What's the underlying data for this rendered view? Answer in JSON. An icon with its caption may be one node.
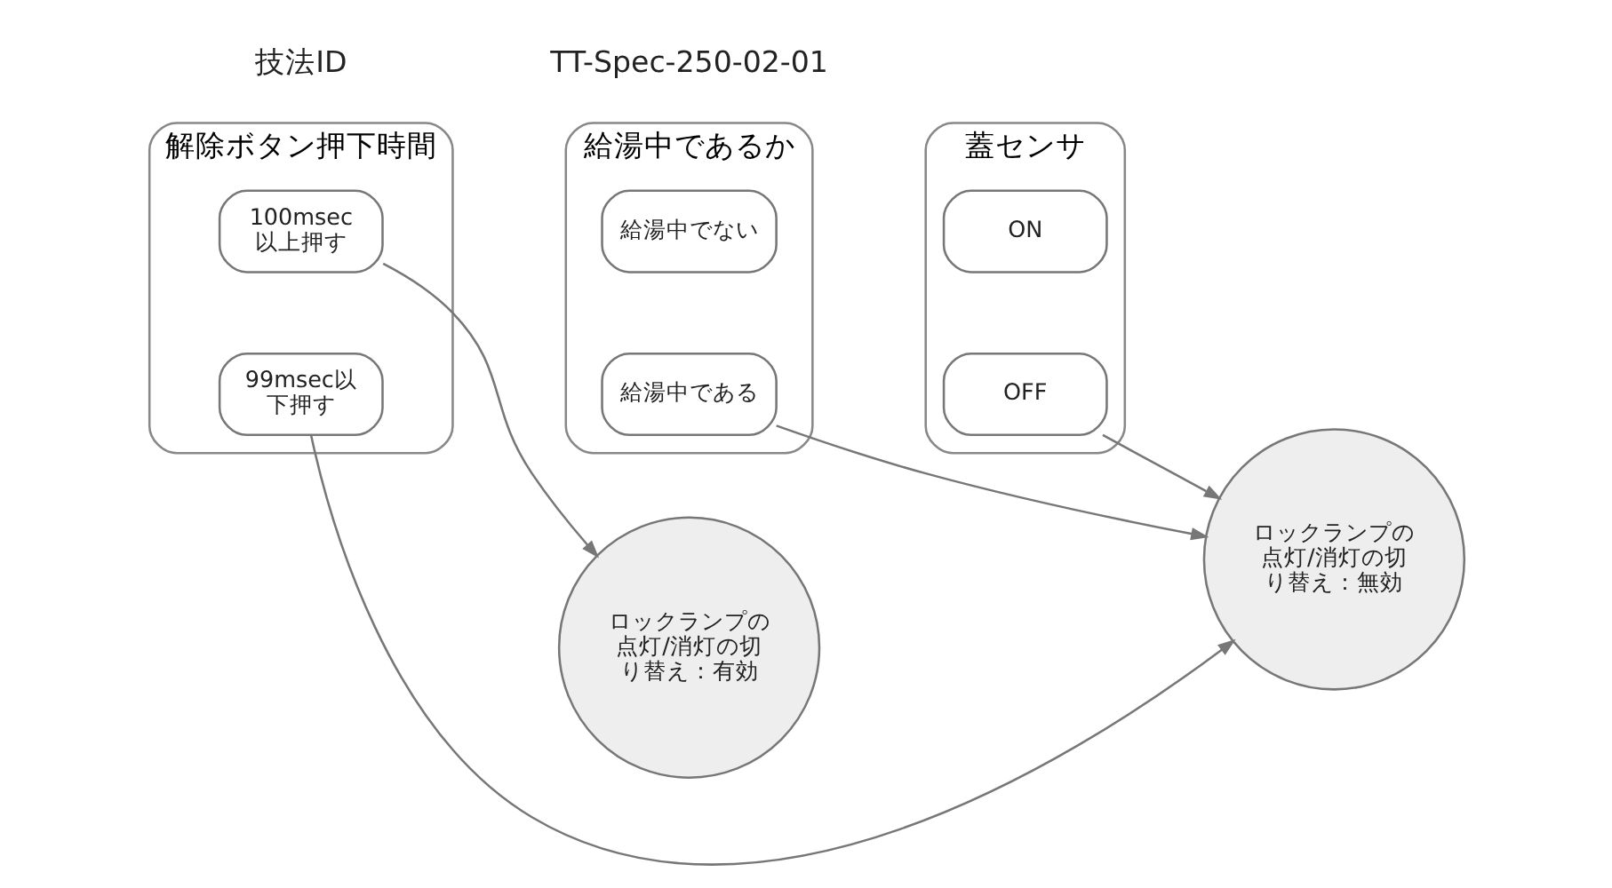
{
  "diagram": {
    "nodes": [
      {
        "text": [
          "解除ボタン押下時間"
        ]
      },
      {
        "text": [
          "100msec以上押す"
        ],
        "in": 0
      },
      {
        "text": [
          "99msec以下押す"
        ],
        "in": 0
      },
      {
        "text": [
          "給湯中であるか"
        ]
      },
      {
        "text": [
          "給湯中でない"
        ],
        "in": 3
      },
      {
        "text": [
          "給湯中である"
        ],
        "in": 3
      },
      {
        "text": [
          "蓋センサ"
        ]
      },
      {
        "text": [
          "ON"
        ],
        "in": 6
      },
      {
        "text": [
          "OFF"
        ],
        "in": 6
      },
      {
        "text": [
          "ロックランプの点灯/消灯の切り替え：有効"
        ]
      },
      {
        "text": [
          "ロックランプの点灯/消灯の切り替え：無効"
        ]
      }
    ],
    "edges": [
      {
        "from": 1,
        "to": 9,
        "arrow": "to"
      },
      {
        "from": 8,
        "to": 10,
        "arrow": "to"
      },
      {
        "from": 5,
        "to": 10,
        "arrow": "to"
      },
      {
        "from": 2,
        "to": 10,
        "arrow": "to"
      }
    ],
    "labels": [
      "技法ID",
      "TT-Spec-250-02-01"
    ]
  }
}
